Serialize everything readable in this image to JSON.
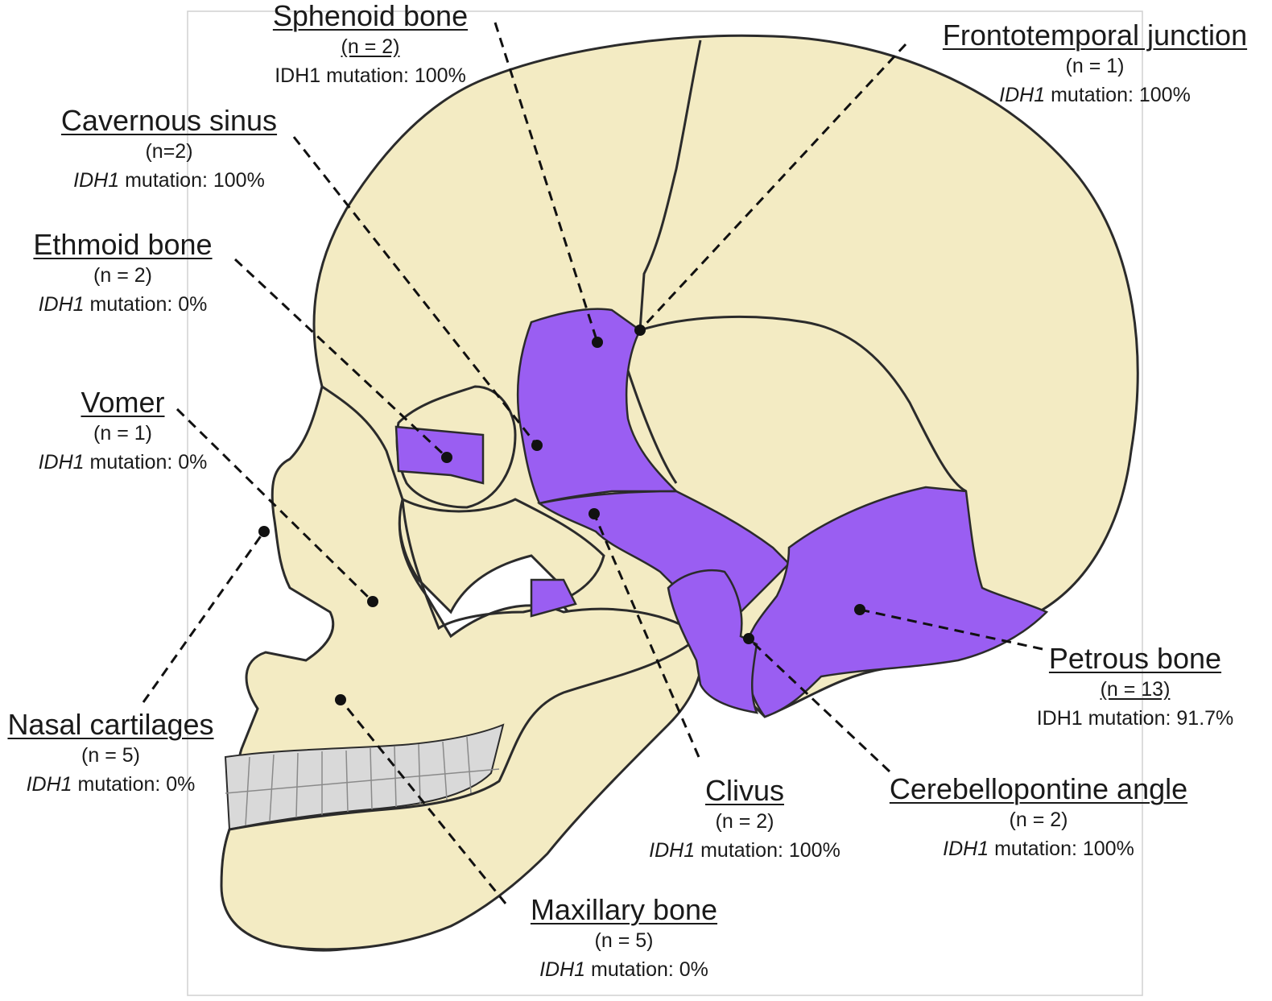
{
  "colors": {
    "bone": "#f3ebc3",
    "bone_stroke": "#2b2b2b",
    "highlight": "#9a5ef2",
    "highlight_dark": "#7a3fd6",
    "teeth": "#d9d9d9",
    "leader": "#111111"
  },
  "labels": [
    {
      "id": "sphenoid",
      "name": "Sphenoid bone",
      "count": "(n = 2)",
      "gene": "",
      "mutation": "IDH1 mutation: 100%"
    },
    {
      "id": "frontotemporal",
      "name": "Frontotemporal  junction",
      "count": "(n = 1)",
      "gene": "IDH1",
      "mutation": " mutation: 100%"
    },
    {
      "id": "cavernous",
      "name": "Cavernous sinus",
      "count": "(n=2)",
      "gene": "IDH1",
      "mutation": " mutation: 100%"
    },
    {
      "id": "ethmoid",
      "name": "Ethmoid bone",
      "count": "(n = 2)",
      "gene": "IDH1",
      "mutation": " mutation: 0%"
    },
    {
      "id": "vomer",
      "name": "Vomer",
      "count": "(n = 1)",
      "gene": "IDH1",
      "mutation": " mutation: 0%"
    },
    {
      "id": "nasal",
      "name": "Nasal cartilages",
      "count": "(n = 5)",
      "gene": "IDH1",
      "mutation": " mutation: 0%"
    },
    {
      "id": "petrous",
      "name": "Petrous bone",
      "count": "(n = 13)",
      "gene": "",
      "mutation": "IDH1 mutation: 91.7%"
    },
    {
      "id": "clivus",
      "name": "Clivus",
      "count": "(n = 2)",
      "gene": "IDH1",
      "mutation": " mutation: 100%"
    },
    {
      "id": "cpa",
      "name": "Cerebellopontine angle",
      "count": "(n = 2)",
      "gene": "IDH1",
      "mutation": " mutation: 100%"
    },
    {
      "id": "maxillary",
      "name": "Maxillary bone",
      "count": "(n = 5)",
      "gene": "IDH1",
      "mutation": " mutation: 0%"
    }
  ]
}
